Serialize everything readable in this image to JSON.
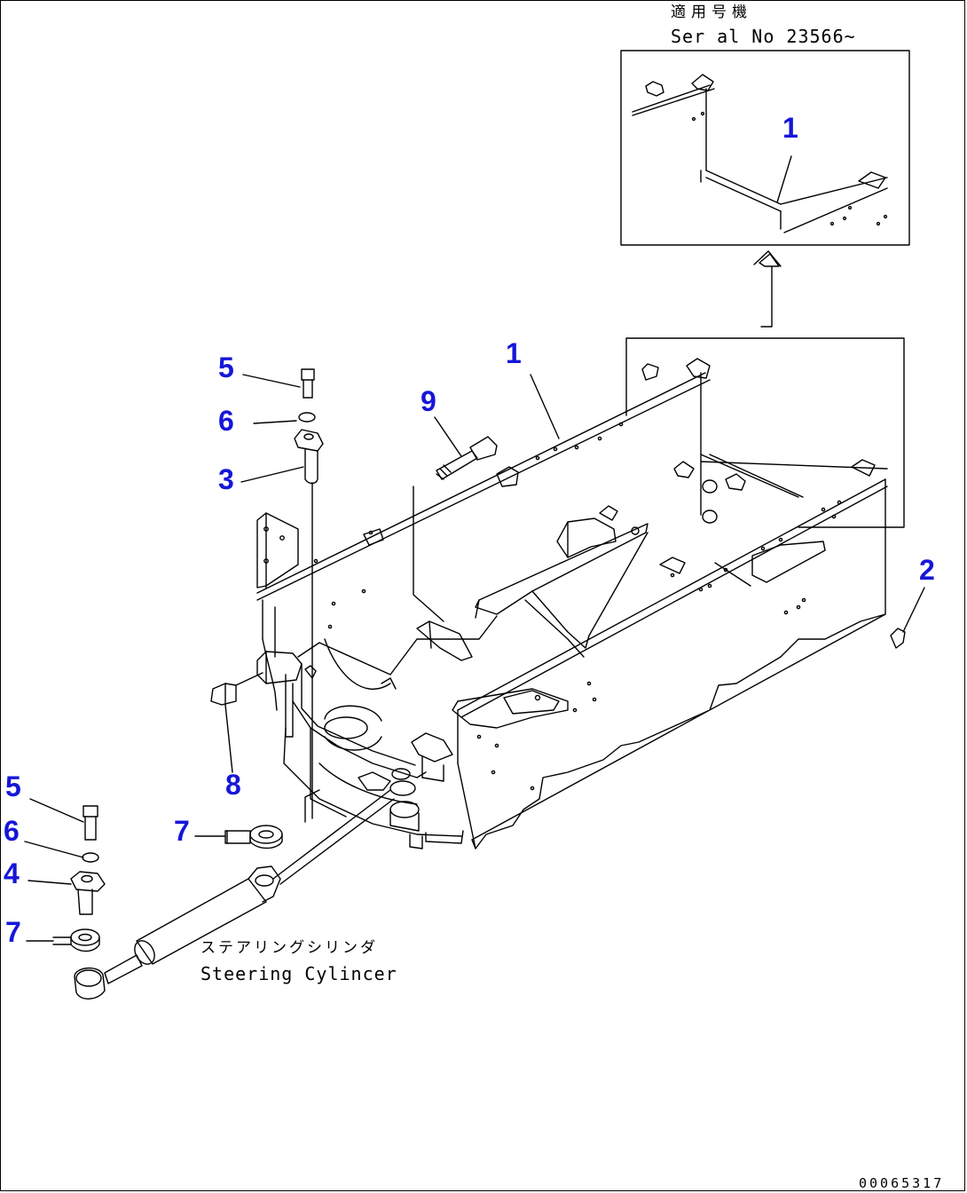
{
  "inset": {
    "label_jp": "適用号機",
    "label_serial": "Ser al No 23566~"
  },
  "callouts": {
    "c1_inset": "1",
    "c1_main": "1",
    "c2": "2",
    "c3": "3",
    "c4": "4",
    "c5_top": "5",
    "c5_bottom": "5",
    "c6_top": "6",
    "c6_bottom": "6",
    "c7_mid": "7",
    "c7_bottom": "7",
    "c8": "8",
    "c9": "9"
  },
  "steering_cylinder": {
    "label_jp": "ステアリングシリンダ",
    "label_en": "Steering Cylincer"
  },
  "drawing_code": "00065317",
  "colors": {
    "callout": "#1616d9",
    "line": "#000000",
    "background": "#ffffff"
  }
}
